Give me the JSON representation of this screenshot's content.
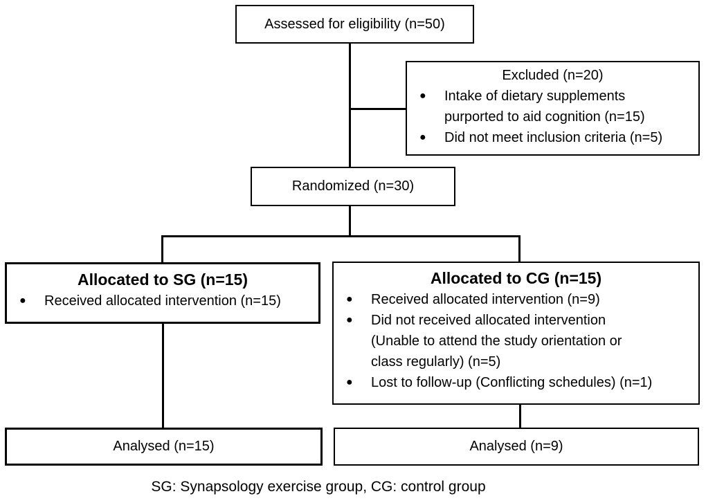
{
  "figure": {
    "boxes": {
      "assessed": {
        "text": "Assessed for eligibility (n=50)"
      },
      "excluded": {
        "title": "Excluded (n=20)",
        "items": [
          "Intake of dietary supplements purported to aid cognition (n=15)",
          "Did not meet inclusion criteria (n=5)"
        ]
      },
      "randomized": {
        "text": "Randomized (n=30)"
      },
      "allocated_sg": {
        "title": "Allocated to SG (n=15)",
        "items": [
          "Received allocated intervention (n=15)"
        ]
      },
      "allocated_cg": {
        "title": "Allocated to CG (n=15)",
        "items": [
          "Received allocated intervention (n=9)",
          "Did not received allocated intervention (Unable to attend the study orientation or class regularly) (n=5)",
          "Lost to follow-up (Conflicting schedules) (n=1)"
        ]
      },
      "analysed_sg": {
        "text": "Analysed (n=15)"
      },
      "analysed_cg": {
        "text": "Analysed (n=9)"
      }
    },
    "caption": "SG: Synapsology exercise group, CG: control group",
    "bullet_glyph": "●",
    "colors": {
      "line": "#000000",
      "text": "#000000",
      "background": "#ffffff"
    }
  }
}
